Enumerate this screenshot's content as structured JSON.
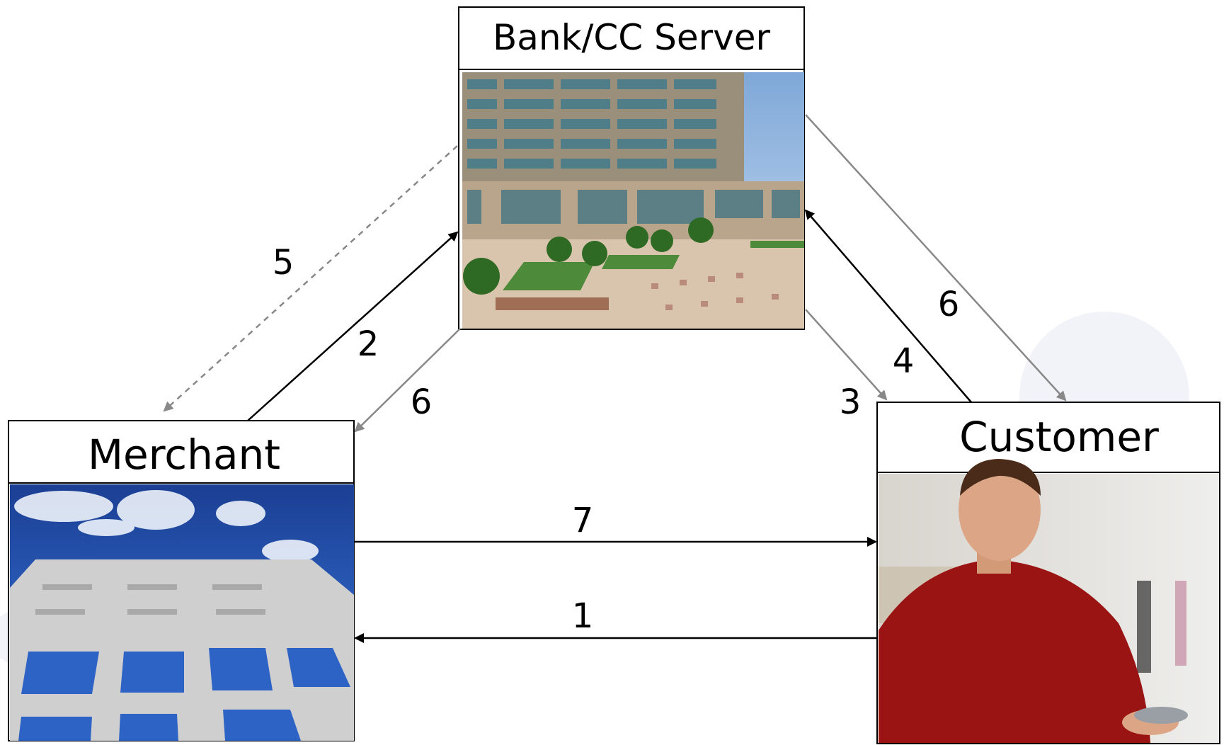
{
  "nodes": {
    "bank": {
      "title": "Bank/CC Server",
      "photo_icon": "office-building-plaza-photo"
    },
    "merchant": {
      "title": "Merchant",
      "photo_icon": "office-building-sky-photo"
    },
    "customer": {
      "title": "Customer",
      "photo_icon": "smiling-man-red-shirt-photo"
    }
  },
  "arrows": {
    "customer_to_merchant": {
      "label": "1"
    },
    "merchant_to_bank": {
      "label": "2"
    },
    "bank_to_customer_a": {
      "label": "3"
    },
    "customer_to_bank": {
      "label": "4"
    },
    "bank_to_merchant_dashed": {
      "label": "5"
    },
    "bank_to_merchant": {
      "label": "6"
    },
    "bank_to_customer_b": {
      "label": "6"
    },
    "merchant_to_customer": {
      "label": "7"
    }
  },
  "colors": {
    "primary_arrow": "#000000",
    "secondary_arrow": "#888888",
    "box_border": "#000000",
    "sky_blue": "#1f4fae",
    "shirt_red": "#9a1414"
  }
}
